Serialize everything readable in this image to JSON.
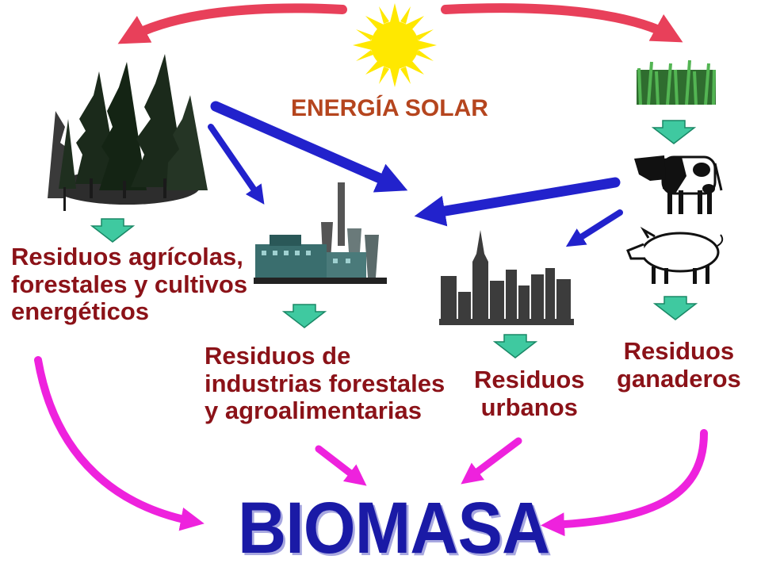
{
  "title": "BIOMASA",
  "source_label": "ENERGÍA SOLAR",
  "residues": {
    "agricultural": [
      "Residuos agrícolas,",
      "forestales y cultivos",
      "energéticos"
    ],
    "industrial": [
      "Residuos de",
      "industrias forestales",
      "y agroalimentarias"
    ],
    "urban": [
      "Residuos",
      "urbanos"
    ],
    "livestock": [
      "Residuos",
      "ganaderos"
    ]
  },
  "icons": [
    "sun-icon",
    "forest-icon",
    "grass-icon",
    "cow-icon",
    "pig-icon",
    "factory-icon",
    "city-skyline-icon"
  ],
  "colors": {
    "label_text": "#8b1218",
    "solar_text": "#b5451e",
    "title_text": "#1a1aa6",
    "sun": "#ffe800",
    "sun_arrows": "#e8405a",
    "energy_arrows": "#2222cc",
    "flow_arrows": "#ee22dd",
    "step_arrows": "#3fc9a0"
  }
}
